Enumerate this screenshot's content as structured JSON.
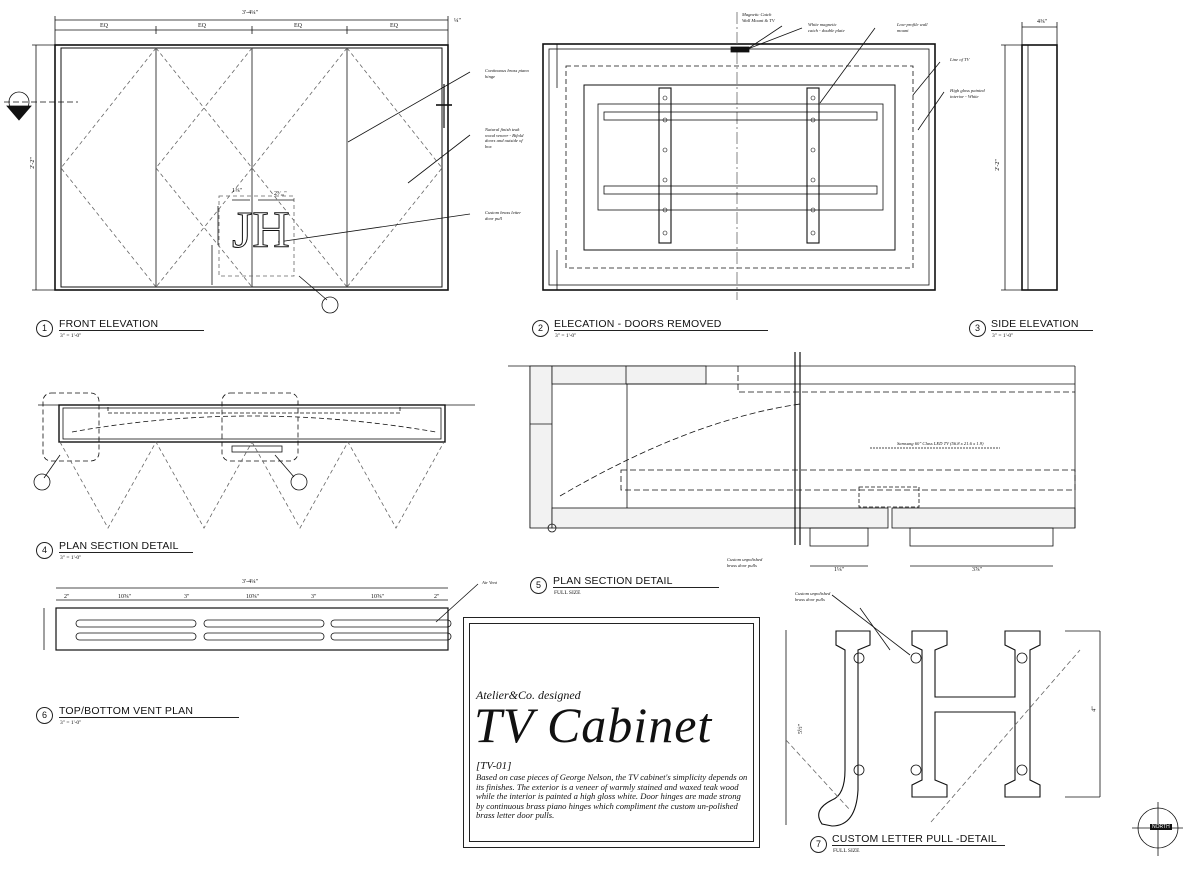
{
  "views": [
    {
      "num": "1",
      "title": "FRONT ELEVATION",
      "scale": "3\" = 1'-0\""
    },
    {
      "num": "2",
      "title": "ELECATION - DOORS REMOVED",
      "scale": "3\" = 1'-0\""
    },
    {
      "num": "3",
      "title": "SIDE ELEVATION",
      "scale": "3\" = 1'-0\""
    },
    {
      "num": "4",
      "title": "PLAN SECTION DETAIL",
      "scale": "3\" = 1'-0\""
    },
    {
      "num": "5",
      "title": "PLAN SECTION DETAIL",
      "scale": "FULL SIZE"
    },
    {
      "num": "6",
      "title": "TOP/BOTTOM VENT PLAN",
      "scale": "3\" = 1'-0\""
    },
    {
      "num": "7",
      "title": "CUSTOM LETTER PULL -DETAIL",
      "scale": "FULL SIZE"
    }
  ],
  "notes": {
    "hinge": "Continuous brass piano\nhinge",
    "finish": "Natural finish teak\nwood veneer - Bifold\ndoors and outside of\nbox",
    "pull": "Custom brass letter\ndoor pull",
    "magnetic": "Magnetic Catch\nWall Mount & TV",
    "white_catch": "White magnetic\ncatch - double plate",
    "wall_mount": "Low-profile wall\nmount",
    "line_tv": "Line of TV",
    "interior": "High gloss painted\ninterior - White",
    "samsung": "Samsung 60\" Class LED TV (56.8 x 21.6 x 1.9)",
    "pull5": "Custom unpolished\nbrass door pulls",
    "vent_label": "Air Vent",
    "pull7": "Custom unpolished\nbrass door pulls"
  },
  "dims": {
    "overall": "3'-4¼\"",
    "eq": "EQ",
    "small": "¼\"",
    "height": "2'-2\"",
    "d1": "1⅜\"",
    "d2": "2⁹⁄₁₆\"",
    "side_w": "4⅜\"",
    "vent_a": "10⅝\"",
    "vent_b": "3\"",
    "vent_c": "2\"",
    "d5a": "1⅛\"",
    "d5b": "3⅞\"",
    "d7a": "5½\"",
    "d7b": "4\""
  },
  "title_block": {
    "brand": "Atelier&Co. designed",
    "title": "TV Cabinet",
    "code": "[TV-01]",
    "description": "Based on case pieces of George Nelson, the TV cabinet's simplicity depends on its finishes. The exterior is a veneer of warmly stained and waxed teak wood while the interior is painted a high gloss white. Door hinges are made strong by continuous brass piano hinges which compliment the custom un-polished brass letter door pulls."
  },
  "north": "NORTH",
  "colors": {
    "ink": "#111111",
    "paper": "#ffffff"
  }
}
